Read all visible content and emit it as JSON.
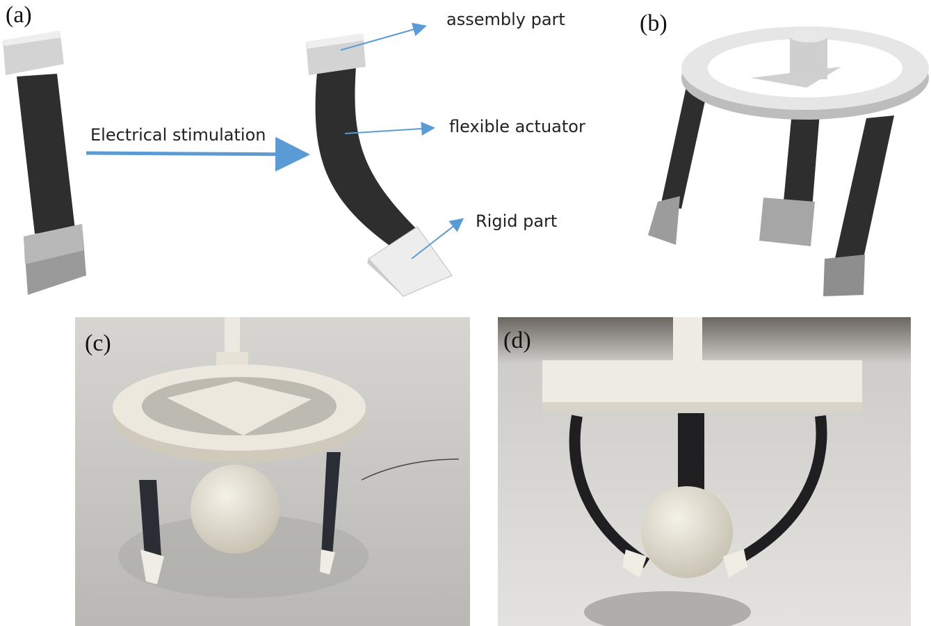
{
  "panels": {
    "a": {
      "label": "(a)",
      "stimulus": "Electrical stimulation",
      "annotations": {
        "assembly": "assembly part",
        "actuator": "flexible actuator",
        "rigid": "Rigid part"
      }
    },
    "b": {
      "label": "(b)"
    },
    "c": {
      "label": "(c)"
    },
    "d": {
      "label": "(d)"
    }
  },
  "colors": {
    "arrow": "#5b9bd5",
    "actuator": "#2e2e2e",
    "part": "#c8c8c8"
  }
}
